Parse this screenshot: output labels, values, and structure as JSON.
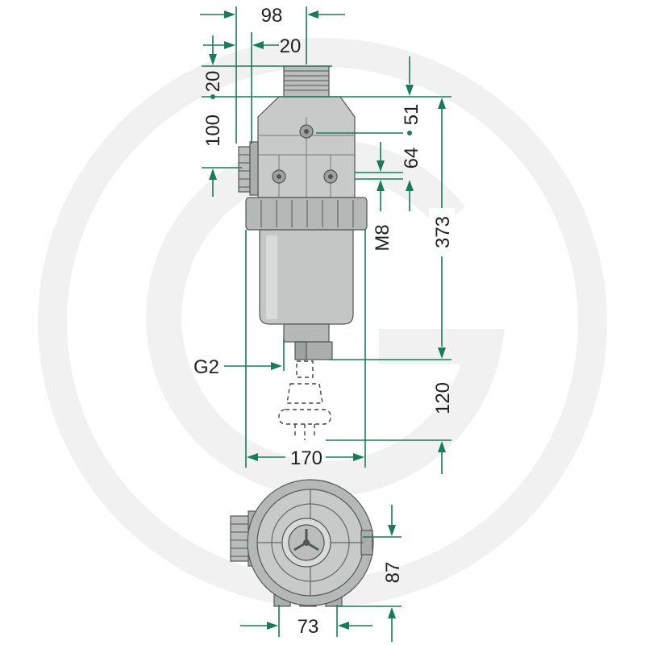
{
  "colors": {
    "dimension_line": "#1a7a5a",
    "body_light": "#cfd2d1",
    "body_mid": "#b9bdbc",
    "body_dark": "#9da2a1",
    "outline": "#555555",
    "watermark": "#f1f1f1"
  },
  "dimensions": {
    "d98": "98",
    "d20_top": "20",
    "d20_side": "20",
    "d100": "100",
    "d51": "51",
    "d64": "64",
    "dM8": "M8",
    "d373": "373",
    "dG2": "G2",
    "d120": "120",
    "d170": "170",
    "d87": "87",
    "d73": "73"
  }
}
